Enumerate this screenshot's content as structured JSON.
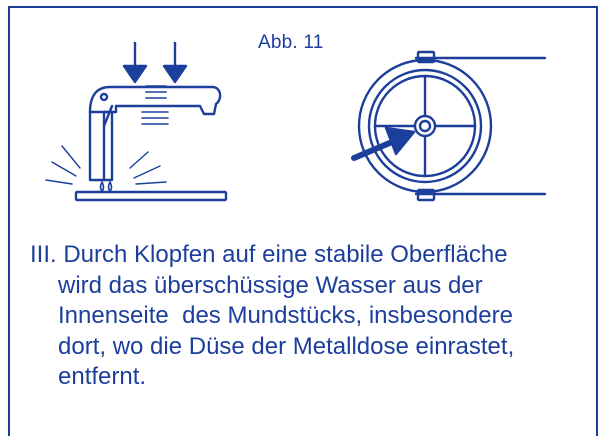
{
  "figure": {
    "label": "Abb. 11"
  },
  "colors": {
    "ink": "#1d3f9c",
    "background": "#ffffff"
  },
  "instruction": {
    "numeral": "III.",
    "lines": [
      "Durch Klopfen auf eine stabile Oberfläche",
      "wird das überschüssige Wasser aus der",
      "Innenseite  des Mundstücks, insbesondere",
      "dort, wo die Düse der Metalldose einrastet,",
      "entfernt."
    ]
  },
  "icons": {
    "left": "tapping-mouthpiece-illustration",
    "right": "mouthpiece-top-view-illustration"
  }
}
